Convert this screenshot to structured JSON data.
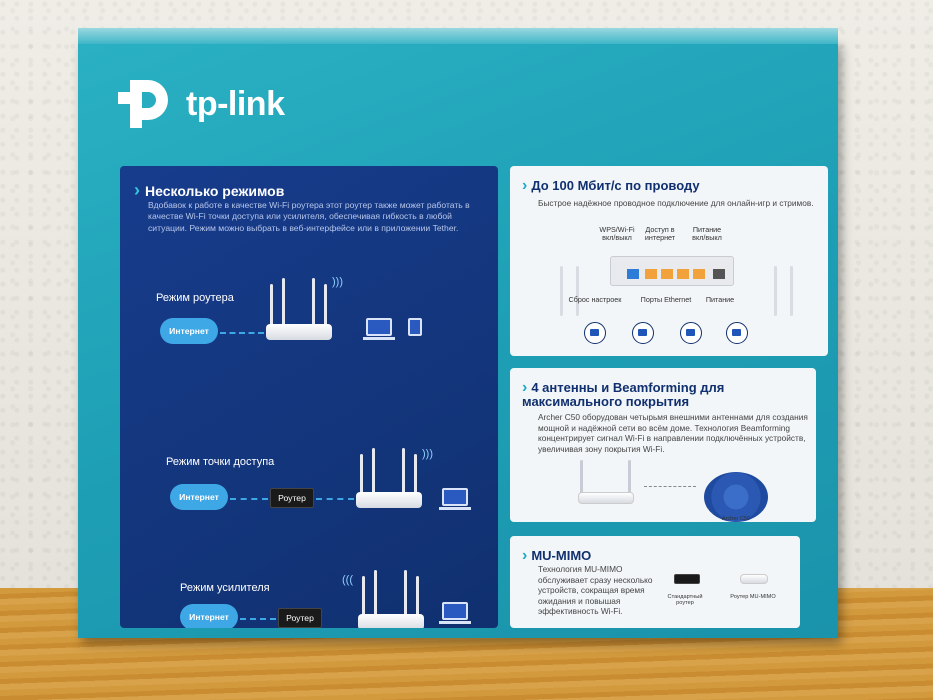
{
  "logo": {
    "text": "tp-link"
  },
  "modes": {
    "title": "Несколько режимов",
    "description": "Вдобавок к работе в качестве Wi-Fi роутера этот роутер также может работать в качестве Wi-Fi точки доступа или усилителя, обеспечивая гибкость в любой ситуации. Режим можно выбрать в веб-интерфейсе или в приложении Tether.",
    "router_mode": "Режим роутера",
    "ap_mode": "Режим точки доступа",
    "extender_mode": "Режим усилителя",
    "internet": "Интернет",
    "router": "Роутер"
  },
  "wired": {
    "title": "До 100 Мбит/с по проводу",
    "description": "Быстрое надёжное проводное подключение для онлайн-игр и стримов.",
    "wps": "WPS/Wi-Fi вкл/выкл",
    "internet_access": "Доступ в интернет",
    "power_switch": "Питание вкл/выкл",
    "reset": "Сброс настроек",
    "ethernet_ports": "Порты Ethernet",
    "power": "Питание"
  },
  "beamforming": {
    "title": "4 антенны и Beamforming для максимального покрытия",
    "description": "Archer C50 оборудован четырьмя внешними антеннами для создания мощной и надёжной сети во всём доме. Технология Beamforming концентрирует сигнал Wi-Fi в направлении подключённых устройств, увеличивая зону покрытия Wi-Fi.",
    "model": "Archer C50"
  },
  "mumimo": {
    "title": "MU-MIMO",
    "description": "Технология MU-MIMO обслуживает сразу несколько устройств, сокращая время ожидания и повышая эффективность Wi-Fi.",
    "standard_router": "Стандартный роутер",
    "mumimo_router": "Роутер MU-MIMO"
  },
  "colors": {
    "box": "#1e9fb5",
    "panel_dark": "#173c8c",
    "accent": "#3ea7e6",
    "port": "#f1a23a"
  }
}
